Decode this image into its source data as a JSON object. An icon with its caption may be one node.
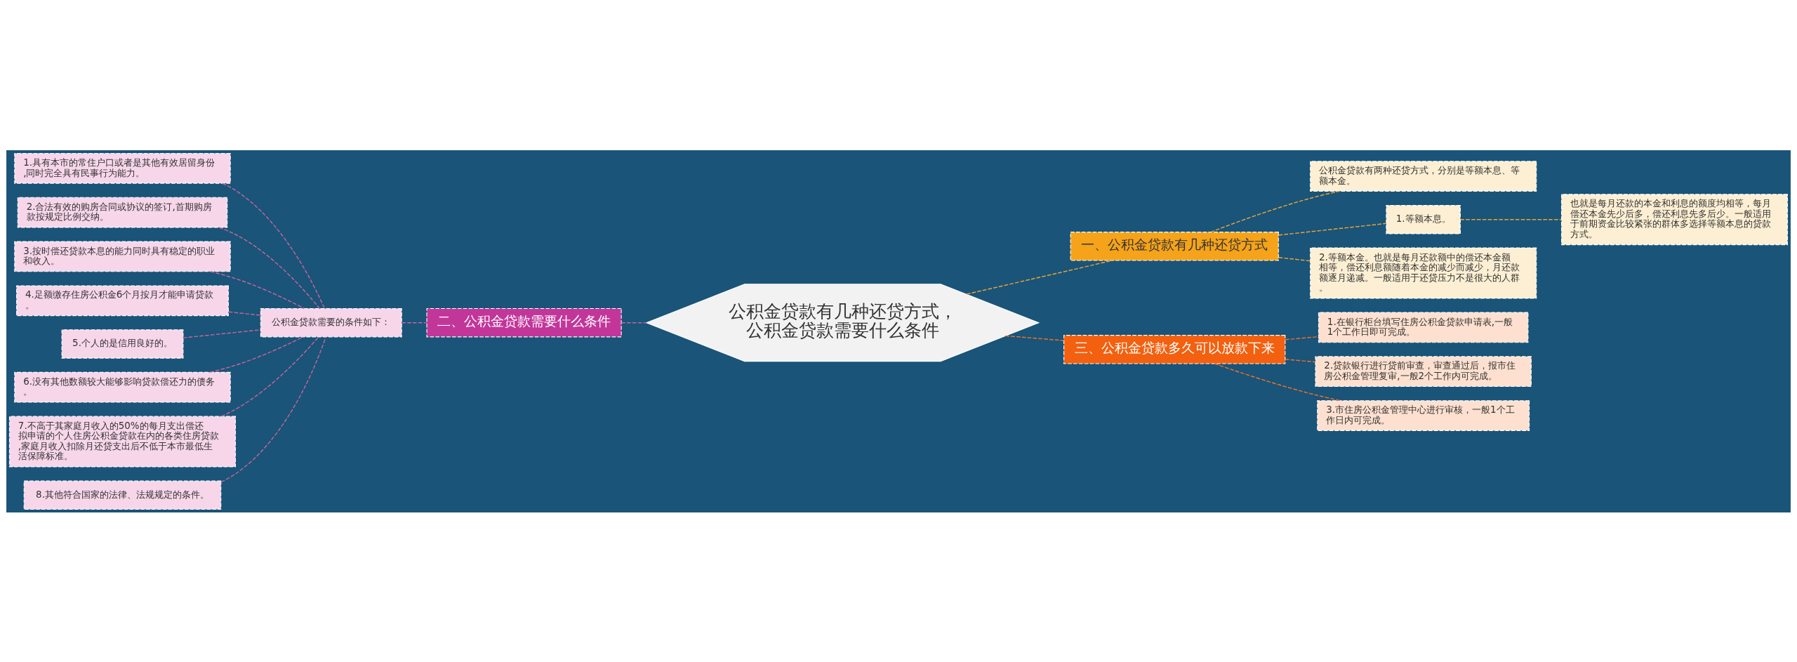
{
  "diagram": {
    "nodes": [
      {
        "text": [
          "公积金贷款有几种还贷方式，公积金贷款需要什么条件"
        ]
      },
      {
        "text": [
          "一、公积金贷款有几种还贷方式"
        ]
      },
      {
        "text": [
          "公积金贷款有两种还贷方式，分别是等额本息、等额本金。"
        ]
      },
      {
        "text": [
          "1.等额本息。"
        ]
      },
      {
        "text": [
          "也就是每月还款的本金和利息的额度均相等，每月偿还本金先少后多，偿还利息先多后少。一般适用于前期资金比较紧张的群体多选择等额本息的贷款方式。"
        ]
      },
      {
        "text": [
          "2.等额本金。也就是每月还款额中的偿还本金额相等，偿还利息额随着本金的减少而减少，月还款额逐月递减。一般适用于还贷压力不是很大的人群。"
        ]
      },
      {
        "text": [
          "二、公积金贷款需要什么条件"
        ]
      },
      {
        "text": [
          "公积金贷款需要的条件如下："
        ]
      },
      {
        "text": [
          "1.具有本市的常住户口或者是其他有效居留身份,同时完全具有民事行为能力。"
        ]
      },
      {
        "text": [
          "2.合法有效的购房合同或协议的签订,首期购房款按规定比例交纳。"
        ]
      },
      {
        "text": [
          "3.按时偿还贷款本息的能力同时具有稳定的职业和收入。"
        ]
      },
      {
        "text": [
          "4.足额缴存住房公积金6个月按月才能申请贷款。"
        ]
      },
      {
        "text": [
          "5.个人的是信用良好的。"
        ]
      },
      {
        "text": [
          "6.没有其他数额较大能够影响贷款偿还力的债务。"
        ]
      },
      {
        "text": [
          "7.不高于其家庭月收入的50%的每月支出偿还拟申请的个人住房公积金贷款在内的各类住房贷款,家庭月收入扣除月还贷支出后不低于本市最低生活保障标准。"
        ]
      },
      {
        "text": [
          "8.其他符合国家的法律、法规规定的条件。"
        ]
      },
      {
        "text": [
          "三、公积金贷款多久可以放款下来"
        ]
      },
      {
        "text": [
          "1.在银行柜台填写住房公积金贷款申请表,一般1个工作日即可完成。"
        ]
      },
      {
        "text": [
          "2.贷款银行进行贷前审查，审查通过后，报市住房公积金管理复审,一般2个工作内可完成。"
        ]
      },
      {
        "text": [
          "3.市住房公积金管理中心进行审核，一般1个工作日内可完成。"
        ]
      }
    ],
    "edges": [
      {
        "from": 0,
        "to": 1,
        "arrow": "none",
        "style": "dashed",
        "color": "#e8a33a"
      },
      {
        "from": 1,
        "to": 2,
        "arrow": "none",
        "style": "dashed",
        "color": "#e8a33a"
      },
      {
        "from": 1,
        "to": 3,
        "arrow": "none",
        "style": "dashed",
        "color": "#e8a33a"
      },
      {
        "from": 3,
        "to": 4,
        "arrow": "none",
        "style": "dashed",
        "color": "#e8a33a"
      },
      {
        "from": 1,
        "to": 5,
        "arrow": "none",
        "style": "dashed",
        "color": "#e8a33a"
      },
      {
        "from": 0,
        "to": 6,
        "arrow": "none",
        "style": "dashed"
      },
      {
        "from": 6,
        "to": 7,
        "arrow": "none",
        "style": "dashed"
      },
      {
        "from": 7,
        "to": 8,
        "arrow": "none",
        "style": "dashed"
      },
      {
        "from": 7,
        "to": 9,
        "arrow": "none",
        "style": "dashed"
      },
      {
        "from": 7,
        "to": 10,
        "arrow": "none",
        "style": "dashed"
      },
      {
        "from": 7,
        "to": 11,
        "arrow": "none",
        "style": "dashed"
      },
      {
        "from": 7,
        "to": 12,
        "arrow": "none",
        "style": "dashed"
      },
      {
        "from": 7,
        "to": 13,
        "arrow": "none",
        "style": "dashed"
      },
      {
        "from": 7,
        "to": 14,
        "arrow": "none",
        "style": "dashed"
      },
      {
        "from": 7,
        "to": 15,
        "arrow": "none",
        "style": "dashed"
      },
      {
        "from": 0,
        "to": 16,
        "arrow": "none",
        "style": "dashed",
        "color": "#f0702a"
      },
      {
        "from": 16,
        "to": 17,
        "arrow": "none",
        "style": "dashed",
        "color": "#f0702a"
      },
      {
        "from": 16,
        "to": 18,
        "arrow": "none",
        "style": "dashed",
        "color": "#f0702a"
      },
      {
        "from": 16,
        "to": 19,
        "arrow": "none",
        "style": "dashed",
        "color": "#f0702a"
      }
    ]
  }
}
